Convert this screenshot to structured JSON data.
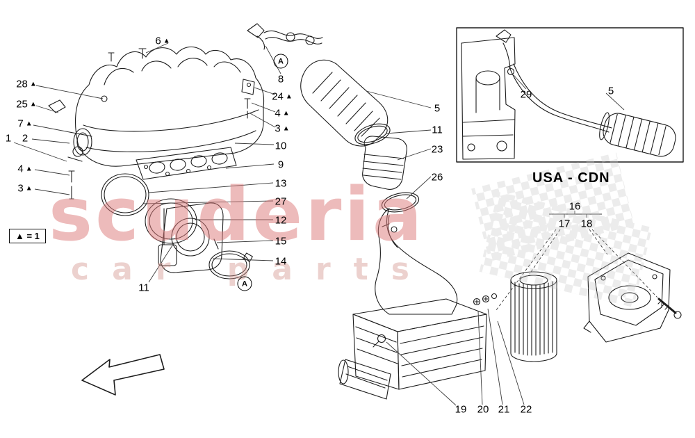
{
  "watermark": {
    "title": "scuderia",
    "subtitle": "car parts"
  },
  "legend": {
    "text": "▲ = 1"
  },
  "inset": {
    "region_label": "USA - CDN"
  },
  "callouts": [
    {
      "id": "c6",
      "label": "6",
      "marker": "▲"
    },
    {
      "id": "c28",
      "label": "28",
      "marker": "▲"
    },
    {
      "id": "c25",
      "label": "25",
      "marker": "▲"
    },
    {
      "id": "c7",
      "label": "7",
      "marker": "▲"
    },
    {
      "id": "c2",
      "label": "2"
    },
    {
      "id": "c1",
      "label": "1"
    },
    {
      "id": "c4l",
      "label": "4",
      "marker": "▲"
    },
    {
      "id": "c3l",
      "label": "3",
      "marker": "▲"
    },
    {
      "id": "c8",
      "label": "8"
    },
    {
      "id": "c24",
      "label": "24",
      "marker": "▲"
    },
    {
      "id": "c4r",
      "label": "4",
      "marker": "▲"
    },
    {
      "id": "c3r",
      "label": "3",
      "marker": "▲"
    },
    {
      "id": "c10",
      "label": "10"
    },
    {
      "id": "c9",
      "label": "9"
    },
    {
      "id": "c13",
      "label": "13"
    },
    {
      "id": "c27",
      "label": "27"
    },
    {
      "id": "c12",
      "label": "12"
    },
    {
      "id": "c15",
      "label": "15"
    },
    {
      "id": "c14",
      "label": "14"
    },
    {
      "id": "c5",
      "label": "5"
    },
    {
      "id": "c11",
      "label": "11"
    },
    {
      "id": "c23",
      "label": "23"
    },
    {
      "id": "c26",
      "label": "26"
    },
    {
      "id": "c11b",
      "label": "11"
    },
    {
      "id": "c29",
      "label": "29"
    },
    {
      "id": "c5i",
      "label": "5"
    },
    {
      "id": "c16",
      "label": "16"
    },
    {
      "id": "c17",
      "label": "17"
    },
    {
      "id": "c18",
      "label": "18"
    },
    {
      "id": "c19",
      "label": "19"
    },
    {
      "id": "c20",
      "label": "20"
    },
    {
      "id": "c21",
      "label": "21"
    },
    {
      "id": "c22",
      "label": "22"
    },
    {
      "id": "a1",
      "label": "A",
      "shape": "circle"
    },
    {
      "id": "a2",
      "label": "A",
      "shape": "circle"
    }
  ]
}
